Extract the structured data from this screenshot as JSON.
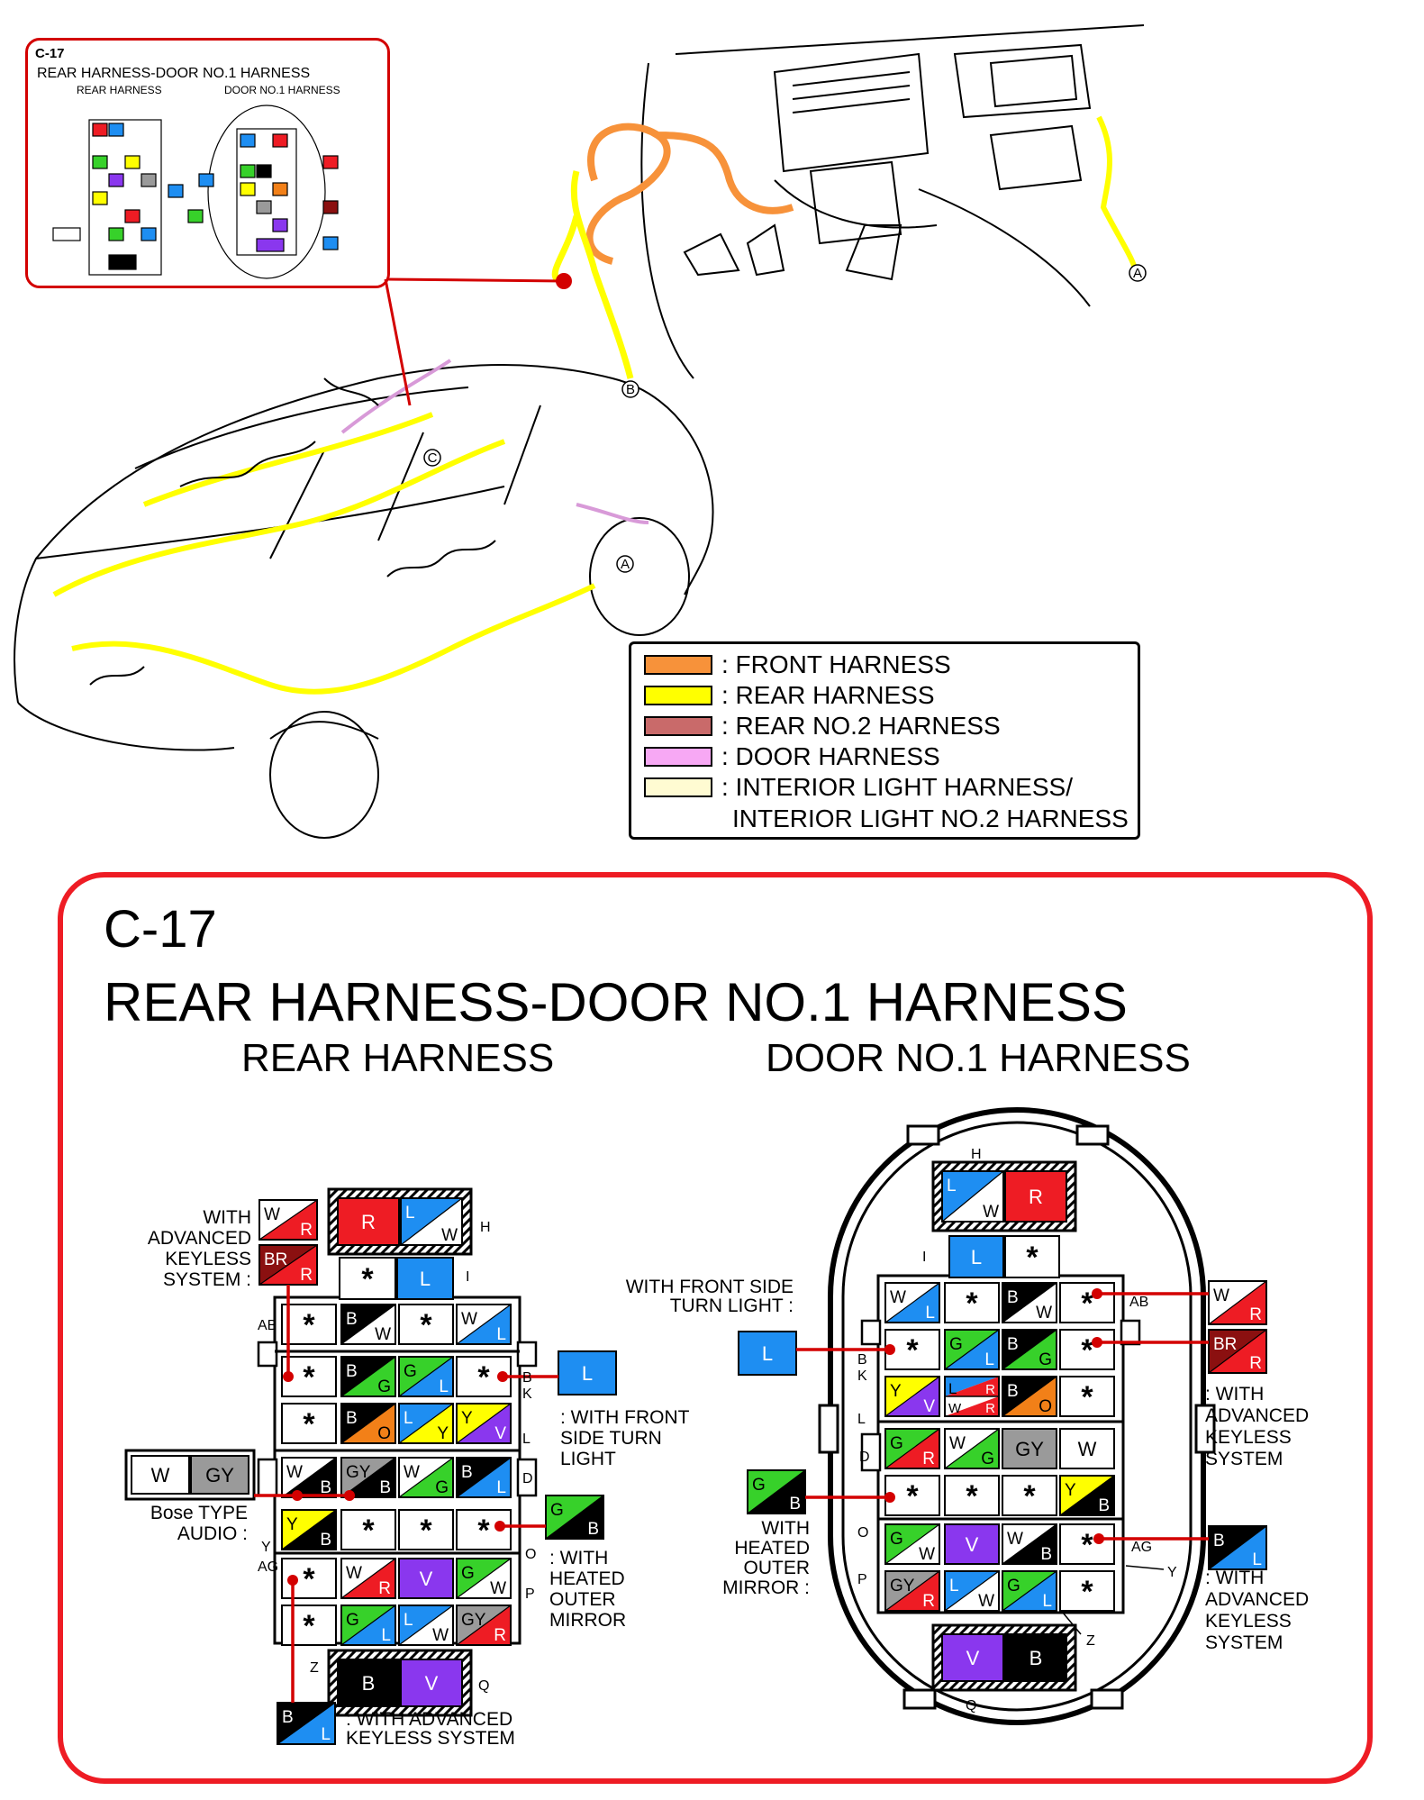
{
  "connector": {
    "code": "C-17",
    "title": "REAR HARNESS-DOOR NO.1 HARNESS",
    "left_name": "REAR HARNESS",
    "right_name": "DOOR NO.1 HARNESS"
  },
  "thumbnail": {
    "code": "C-17",
    "title": "REAR HARNESS-DOOR NO.1 HARNESS",
    "left_name": "REAR HARNESS",
    "right_name": "DOOR NO.1 HARNESS"
  },
  "legend": {
    "items": [
      {
        "label": ": FRONT HARNESS",
        "color": "#f7923a"
      },
      {
        "label": ": REAR HARNESS",
        "color": "#ffff00"
      },
      {
        "label": ": REAR NO.2 HARNESS",
        "color": "#c96a6a"
      },
      {
        "label": ": DOOR HARNESS",
        "color": "#f7a8f4"
      },
      {
        "label": ": INTERIOR LIGHT HARNESS/",
        "color": "#fffbd2"
      }
    ],
    "line2": "INTERIOR LIGHT NO.2 HARNESS"
  },
  "car_markers": [
    "A",
    "B",
    "C"
  ],
  "rear_notes": {
    "advanced_keyless": "WITH\nADVANCED\nKEYLESS\nSYSTEM :",
    "front_side_turn": ": WITH FRONT\nSIDE TURN\nLIGHT",
    "bose": "Bose TYPE\nAUDIO :",
    "heated_mirror": ": WITH\nHEATED\nOUTER\nMIRROR",
    "advanced_keyless_bottom": ": WITH ADVANCED\nKEYLESS SYSTEM"
  },
  "door_notes": {
    "front_side_turn": "WITH FRONT SIDE\nTURN LIGHT :",
    "advanced_keyless_top": ": WITH\nADVANCED\nKEYLESS\nSYSTEM",
    "heated_mirror": "WITH\nHEATED\nOUTER\nMIRROR :",
    "advanced_keyless_bottom": ": WITH\nADVANCED\nKEYLESS\nSYSTEM"
  },
  "colors": {
    "R": "#ee1c24",
    "L": "#1e8ef2",
    "B": "#000000",
    "W": "#ffffff",
    "G": "#37d12a",
    "Y": "#ffff00",
    "V": "#8a37ee",
    "O": "#f28018",
    "GY": "#9a9a9a",
    "BR": "#8b1010",
    "accent": "#d30000"
  },
  "rear_pins": {
    "H": [
      [
        "R"
      ],
      [
        "L",
        "W"
      ]
    ],
    "I": [
      [
        "*"
      ],
      [
        "L"
      ]
    ],
    "row_ab": [
      [
        "*"
      ],
      [
        "B",
        "W"
      ],
      [
        "*"
      ],
      [
        "W",
        "L"
      ]
    ],
    "row_bk": [
      [
        "*"
      ],
      [
        "B",
        "G"
      ],
      [
        "G",
        "L"
      ],
      [
        "*"
      ]
    ],
    "row_l": [
      [
        "*"
      ],
      [
        "B",
        "O"
      ],
      [
        "L",
        "Y"
      ],
      [
        "Y",
        "V"
      ]
    ],
    "row_d": [
      [
        "W",
        "B"
      ],
      [
        "GY",
        "B"
      ],
      [
        "W",
        "G"
      ],
      [
        "B",
        "L"
      ]
    ],
    "row_o": [
      [
        "Y",
        "B"
      ],
      [
        "*"
      ],
      [
        "*"
      ],
      [
        "*"
      ]
    ],
    "row_ag": [
      [
        "*"
      ],
      [
        "W",
        "R"
      ],
      [
        "V"
      ],
      [
        "G",
        "W"
      ]
    ],
    "row_p": [
      [
        "*"
      ],
      [
        "G",
        "L"
      ],
      [
        "L",
        "W"
      ],
      [
        "GY",
        "R"
      ]
    ],
    "Q": [
      [
        "B"
      ],
      [
        "V"
      ]
    ],
    "opt_keyless_1": [
      "W",
      "R"
    ],
    "opt_keyless_2": [
      "BR",
      "R"
    ],
    "opt_turn": [
      "L"
    ],
    "opt_bose_1": [
      "W"
    ],
    "opt_bose_2": [
      "GY"
    ],
    "opt_mirror": [
      "G",
      "B"
    ],
    "opt_keyless_bottom": [
      "B",
      "L"
    ]
  },
  "door_pins": {
    "H": [
      [
        "L",
        "W"
      ],
      [
        "R"
      ]
    ],
    "I": [
      [
        "L"
      ],
      [
        "*"
      ]
    ],
    "row_ab": [
      [
        "W",
        "L"
      ],
      [
        "*"
      ],
      [
        "B",
        "W"
      ],
      [
        "*"
      ]
    ],
    "row_bk": [
      [
        "*"
      ],
      [
        "G",
        "L"
      ],
      [
        "B",
        "G"
      ],
      [
        "*"
      ]
    ],
    "row_l": [
      [
        "Y",
        "V"
      ],
      [
        "LRWR"
      ],
      [
        "B",
        "O"
      ],
      [
        "*"
      ]
    ],
    "row_d": [
      [
        "G",
        "R"
      ],
      [
        "W",
        "G"
      ],
      [
        "GY"
      ],
      [
        "W"
      ]
    ],
    "row_o": [
      [
        "*"
      ],
      [
        "*"
      ],
      [
        "*"
      ],
      [
        "Y",
        "B"
      ]
    ],
    "row_ag": [
      [
        "G",
        "W"
      ],
      [
        "V"
      ],
      [
        "W",
        "B"
      ],
      [
        "*"
      ]
    ],
    "row_p": [
      [
        "GY",
        "R"
      ],
      [
        "L",
        "W"
      ],
      [
        "G",
        "L"
      ],
      [
        "*"
      ]
    ],
    "Q": [
      [
        "V"
      ],
      [
        "B"
      ]
    ],
    "opt_turn": [
      "L"
    ],
    "opt_keyless_1": [
      "W",
      "R"
    ],
    "opt_keyless_2": [
      "BR",
      "R"
    ],
    "opt_mirror": [
      "G",
      "B"
    ],
    "opt_keyless_bottom": [
      "B",
      "L"
    ]
  },
  "side_labels": {
    "H": "H",
    "I": "I",
    "AB": "AB",
    "B": "B",
    "K": "K",
    "L": "L",
    "D": "D",
    "O": "O",
    "Y": "Y",
    "AG": "AG",
    "P": "P",
    "Z": "Z",
    "Q": "Q"
  }
}
